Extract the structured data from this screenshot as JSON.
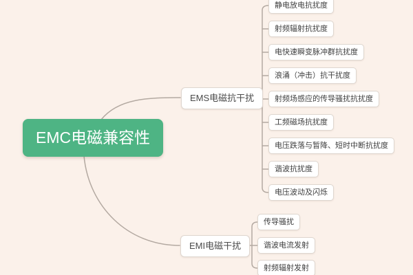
{
  "root": {
    "label": "EMC电磁兼容性"
  },
  "branches": [
    {
      "label": "EMS电磁抗干扰",
      "children": [
        "静电放电抗扰度",
        "射频辐射抗扰度",
        "电快速瞬变脉冲群抗扰度",
        "浪涌（冲击）抗干扰度",
        "射频场感应的传导骚扰抗扰度",
        "工频磁场抗扰度",
        "电压跌落与暂降、短时中断抗扰度",
        "谐波抗扰度",
        "电压波动及闪烁"
      ]
    },
    {
      "label": "EMI电磁干扰",
      "children": [
        "传导骚扰",
        "谐波电流发射",
        "射频辐射发射"
      ]
    }
  ],
  "colors": {
    "background": "#fbf1ea",
    "root_fill": "#4eb484",
    "root_text": "#ffffff",
    "node_fill": "#ffffff",
    "node_border": "#ded6cf",
    "node_text": "#3f3f3f",
    "line": "#b3a9a1"
  }
}
